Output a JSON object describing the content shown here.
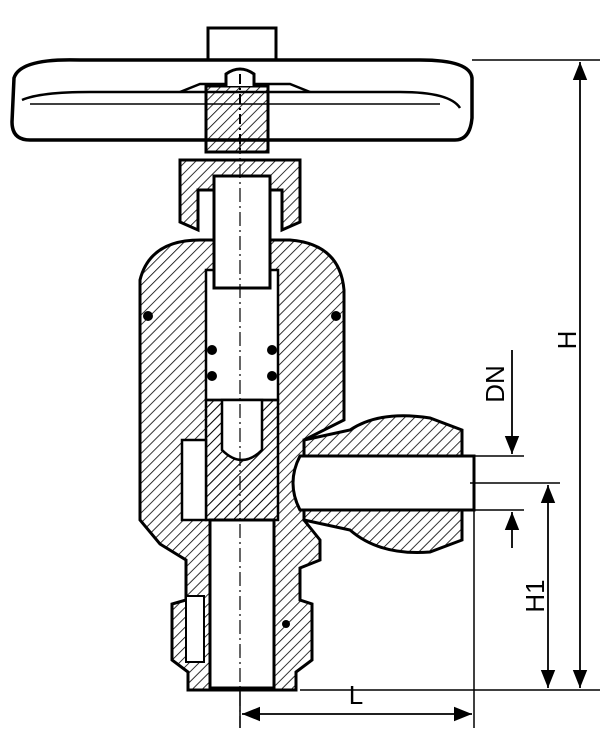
{
  "drawing": {
    "dimensions": {
      "H": "H",
      "H1": "H1",
      "DN": "DN",
      "L": "L"
    },
    "colors": {
      "ink": "#000000",
      "paper": "#ffffff"
    }
  }
}
